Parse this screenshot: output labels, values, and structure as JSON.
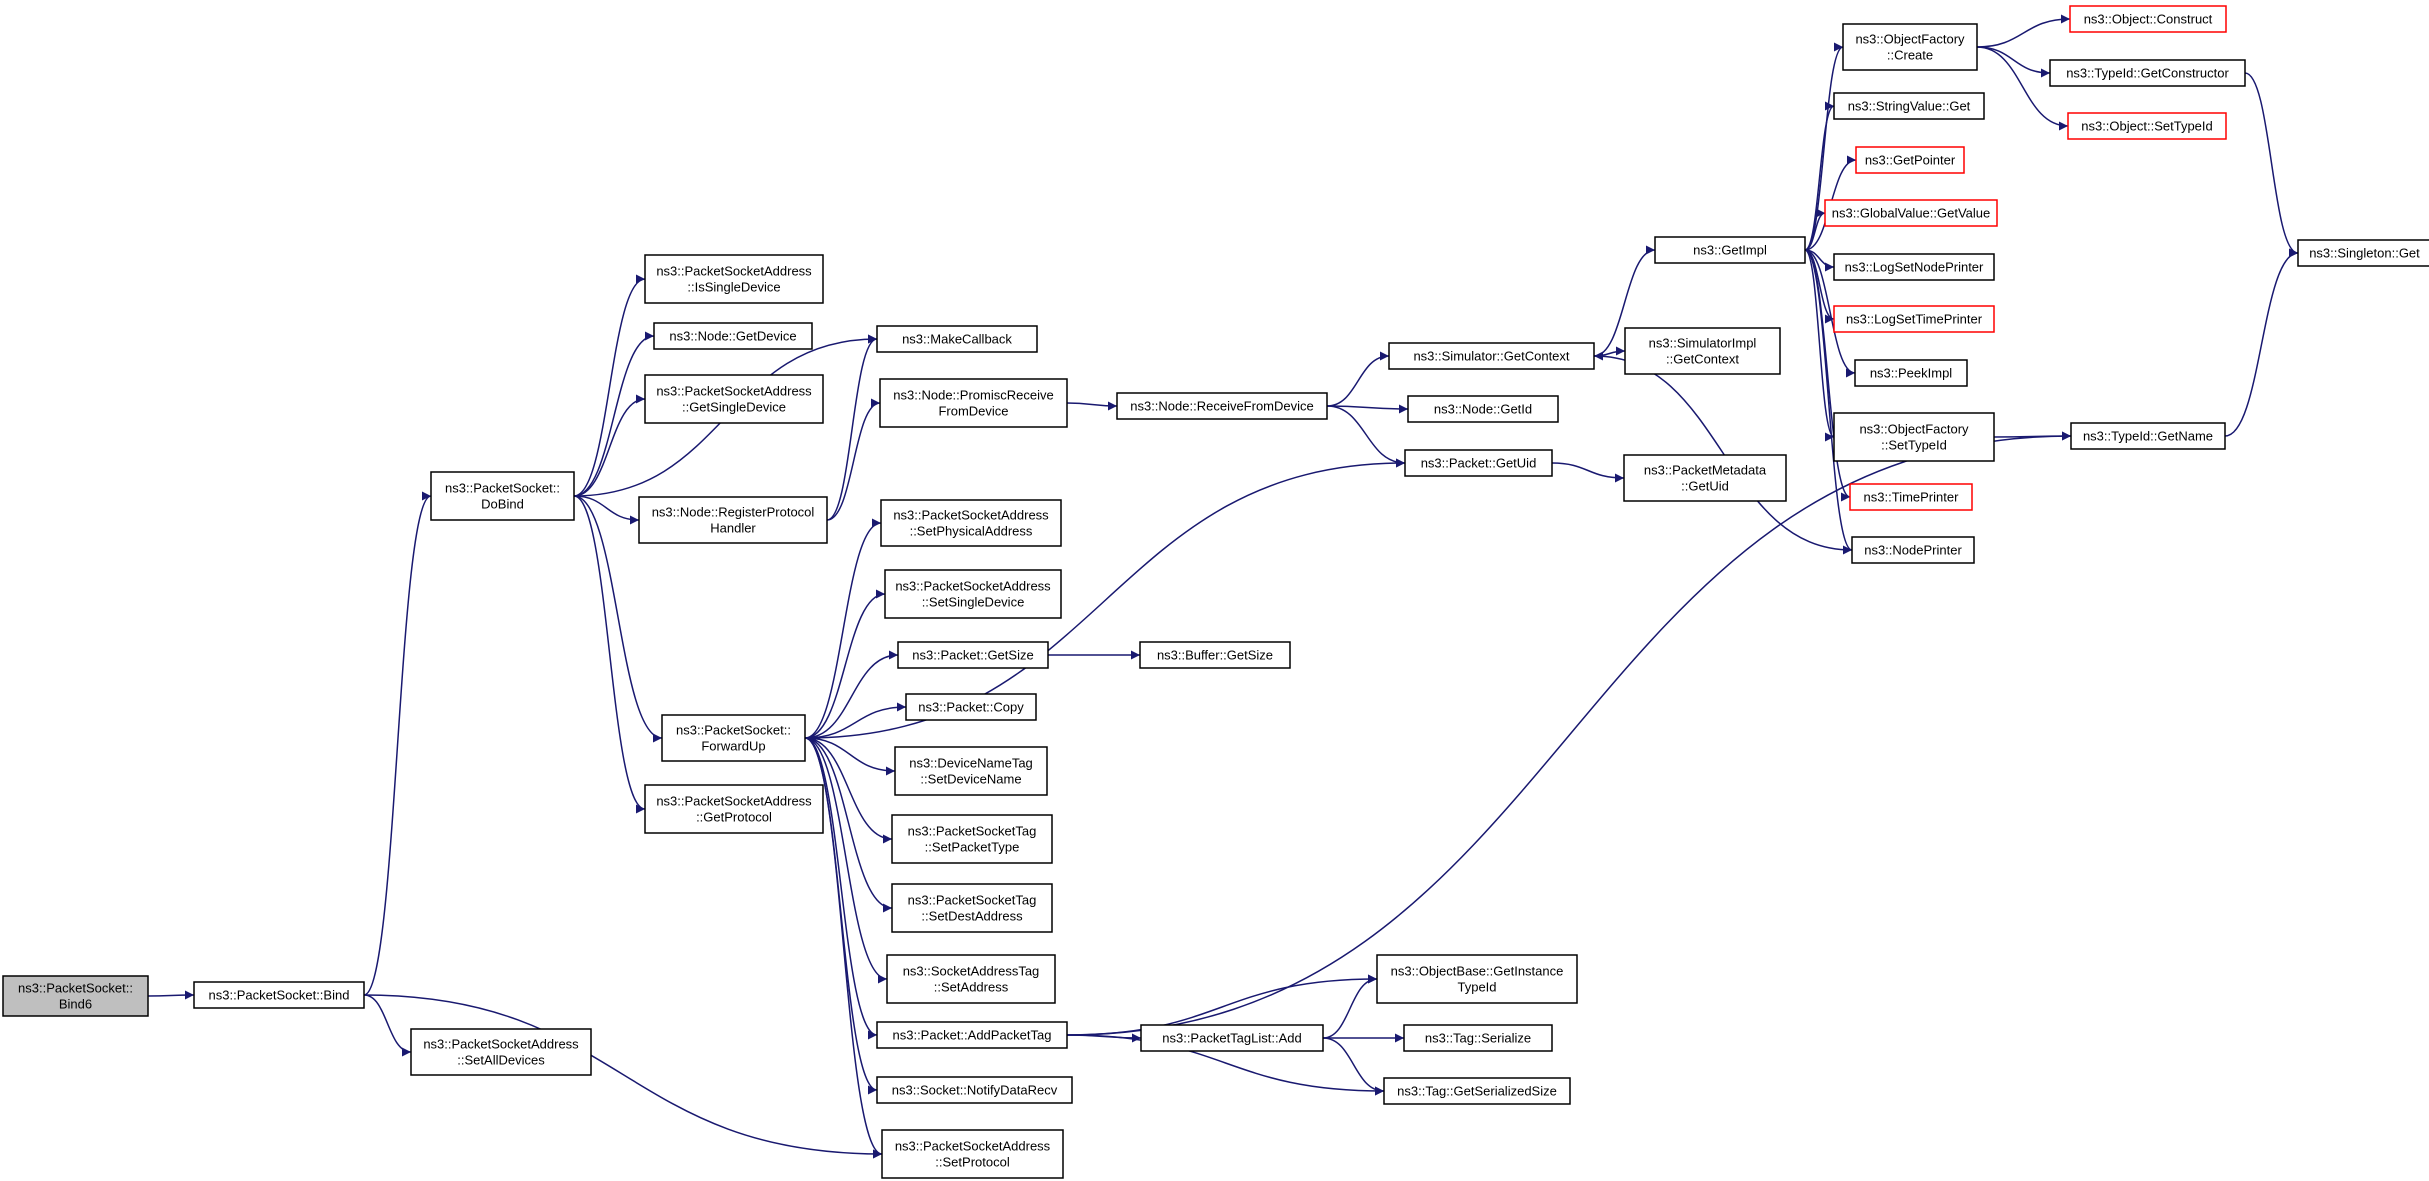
{
  "graph": {
    "nodes": [
      {
        "id": "bind6",
        "lines": [
          "ns3::PacketSocket::",
          "Bind6"
        ],
        "style": "current"
      },
      {
        "id": "bind",
        "lines": [
          "ns3::PacketSocket::Bind"
        ]
      },
      {
        "id": "dobind",
        "lines": [
          "ns3::PacketSocket::",
          "DoBind"
        ]
      },
      {
        "id": "psa_setalldevices",
        "lines": [
          "ns3::PacketSocketAddress",
          "::SetAllDevices"
        ]
      },
      {
        "id": "psa_issingledevice",
        "lines": [
          "ns3::PacketSocketAddress",
          "::IsSingleDevice"
        ]
      },
      {
        "id": "node_getdevice",
        "lines": [
          "ns3::Node::GetDevice"
        ]
      },
      {
        "id": "psa_getsingledevice",
        "lines": [
          "ns3::PacketSocketAddress",
          "::GetSingleDevice"
        ]
      },
      {
        "id": "node_registerprotocol",
        "lines": [
          "ns3::Node::RegisterProtocol",
          "Handler"
        ]
      },
      {
        "id": "forwardup",
        "lines": [
          "ns3::PacketSocket::",
          "ForwardUp"
        ]
      },
      {
        "id": "psa_getprotocol",
        "lines": [
          "ns3::PacketSocketAddress",
          "::GetProtocol"
        ]
      },
      {
        "id": "makecallback",
        "lines": [
          "ns3::MakeCallback"
        ]
      },
      {
        "id": "node_promisc",
        "lines": [
          "ns3::Node::PromiscReceive",
          "FromDevice"
        ]
      },
      {
        "id": "psa_setphysical",
        "lines": [
          "ns3::PacketSocketAddress",
          "::SetPhysicalAddress"
        ]
      },
      {
        "id": "psa_setsingledevice",
        "lines": [
          "ns3::PacketSocketAddress",
          "::SetSingleDevice"
        ]
      },
      {
        "id": "packet_getsize",
        "lines": [
          "ns3::Packet::GetSize"
        ]
      },
      {
        "id": "packet_copy",
        "lines": [
          "ns3::Packet::Copy"
        ]
      },
      {
        "id": "dnt_setdevicename",
        "lines": [
          "ns3::DeviceNameTag",
          "::SetDeviceName"
        ]
      },
      {
        "id": "pst_setpackettype",
        "lines": [
          "ns3::PacketSocketTag",
          "::SetPacketType"
        ]
      },
      {
        "id": "pst_setdestaddress",
        "lines": [
          "ns3::PacketSocketTag",
          "::SetDestAddress"
        ]
      },
      {
        "id": "sat_setaddress",
        "lines": [
          "ns3::SocketAddressTag",
          "::SetAddress"
        ]
      },
      {
        "id": "packet_addpackettag",
        "lines": [
          "ns3::Packet::AddPacketTag"
        ]
      },
      {
        "id": "socket_notifydatarecv",
        "lines": [
          "ns3::Socket::NotifyDataRecv"
        ]
      },
      {
        "id": "psa_setprotocol",
        "lines": [
          "ns3::PacketSocketAddress",
          "::SetProtocol"
        ]
      },
      {
        "id": "node_receivefromdevice",
        "lines": [
          "ns3::Node::ReceiveFromDevice"
        ]
      },
      {
        "id": "buffer_getsize",
        "lines": [
          "ns3::Buffer::GetSize"
        ]
      },
      {
        "id": "ptl_add",
        "lines": [
          "ns3::PacketTagList::Add"
        ]
      },
      {
        "id": "sim_getcontext",
        "lines": [
          "ns3::Simulator::GetContext"
        ]
      },
      {
        "id": "node_getid",
        "lines": [
          "ns3::Node::GetId"
        ]
      },
      {
        "id": "packet_getuid",
        "lines": [
          "ns3::Packet::GetUid"
        ]
      },
      {
        "id": "ob_getinstancetypeid",
        "lines": [
          "ns3::ObjectBase::GetInstance",
          "TypeId"
        ]
      },
      {
        "id": "tag_serialize",
        "lines": [
          "ns3::Tag::Serialize"
        ]
      },
      {
        "id": "tag_getserializedsize",
        "lines": [
          "ns3::Tag::GetSerializedSize"
        ]
      },
      {
        "id": "getimpl",
        "lines": [
          "ns3::GetImpl"
        ]
      },
      {
        "id": "simimpl_getcontext",
        "lines": [
          "ns3::SimulatorImpl",
          "::GetContext"
        ]
      },
      {
        "id": "pm_getuid",
        "lines": [
          "ns3::PacketMetadata",
          "::GetUid"
        ]
      },
      {
        "id": "of_create",
        "lines": [
          "ns3::ObjectFactory",
          "::Create"
        ]
      },
      {
        "id": "stringvalue_get",
        "lines": [
          "ns3::StringValue::Get"
        ]
      },
      {
        "id": "getpointer",
        "lines": [
          "ns3::GetPointer"
        ],
        "style": "truncated"
      },
      {
        "id": "gv_getvalue",
        "lines": [
          "ns3::GlobalValue::GetValue"
        ],
        "style": "truncated"
      },
      {
        "id": "logsetnodeprinter",
        "lines": [
          "ns3::LogSetNodePrinter"
        ]
      },
      {
        "id": "logsettimeprinter",
        "lines": [
          "ns3::LogSetTimePrinter"
        ],
        "style": "truncated"
      },
      {
        "id": "peekimpl",
        "lines": [
          "ns3::PeekImpl"
        ]
      },
      {
        "id": "of_settypeid",
        "lines": [
          "ns3::ObjectFactory",
          "::SetTypeId"
        ]
      },
      {
        "id": "timeprinter",
        "lines": [
          "ns3::TimePrinter"
        ],
        "style": "truncated"
      },
      {
        "id": "nodeprinter",
        "lines": [
          "ns3::NodePrinter"
        ]
      },
      {
        "id": "object_construct",
        "lines": [
          "ns3::Object::Construct"
        ],
        "style": "truncated"
      },
      {
        "id": "typeid_getconstructor",
        "lines": [
          "ns3::TypeId::GetConstructor"
        ]
      },
      {
        "id": "object_settypeid",
        "lines": [
          "ns3::Object::SetTypeId"
        ],
        "style": "truncated"
      },
      {
        "id": "typeid_getname",
        "lines": [
          "ns3::TypeId::GetName"
        ]
      },
      {
        "id": "singleton_get",
        "lines": [
          "ns3::Singleton::Get"
        ]
      }
    ],
    "edges": [
      [
        "bind6",
        "bind"
      ],
      [
        "bind",
        "dobind"
      ],
      [
        "bind",
        "psa_setalldevices"
      ],
      [
        "bind",
        "psa_setprotocol"
      ],
      [
        "dobind",
        "psa_issingledevice"
      ],
      [
        "dobind",
        "node_getdevice"
      ],
      [
        "dobind",
        "psa_getsingledevice"
      ],
      [
        "dobind",
        "node_registerprotocol"
      ],
      [
        "dobind",
        "forwardup"
      ],
      [
        "dobind",
        "psa_getprotocol"
      ],
      [
        "dobind",
        "makecallback"
      ],
      [
        "node_registerprotocol",
        "makecallback"
      ],
      [
        "node_registerprotocol",
        "node_promisc"
      ],
      [
        "node_promisc",
        "node_receivefromdevice"
      ],
      [
        "node_receivefromdevice",
        "sim_getcontext"
      ],
      [
        "node_receivefromdevice",
        "node_getid"
      ],
      [
        "node_receivefromdevice",
        "packet_getuid"
      ],
      [
        "forwardup",
        "packet_getuid"
      ],
      [
        "forwardup",
        "psa_setphysical"
      ],
      [
        "forwardup",
        "psa_setsingledevice"
      ],
      [
        "forwardup",
        "packet_getsize"
      ],
      [
        "forwardup",
        "packet_copy"
      ],
      [
        "forwardup",
        "dnt_setdevicename"
      ],
      [
        "forwardup",
        "pst_setpackettype"
      ],
      [
        "forwardup",
        "pst_setdestaddress"
      ],
      [
        "forwardup",
        "sat_setaddress"
      ],
      [
        "forwardup",
        "packet_addpackettag"
      ],
      [
        "forwardup",
        "socket_notifydatarecv"
      ],
      [
        "forwardup",
        "psa_setprotocol"
      ],
      [
        "packet_getsize",
        "buffer_getsize"
      ],
      [
        "packet_addpackettag",
        "ptl_add"
      ],
      [
        "packet_addpackettag",
        "ob_getinstancetypeid"
      ],
      [
        "packet_addpackettag",
        "tag_getserializedsize"
      ],
      [
        "packet_addpackettag",
        "typeid_getname"
      ],
      [
        "ptl_add",
        "ob_getinstancetypeid"
      ],
      [
        "ptl_add",
        "tag_serialize"
      ],
      [
        "ptl_add",
        "tag_getserializedsize"
      ],
      [
        "sim_getcontext",
        "getimpl"
      ],
      [
        "sim_getcontext",
        "simimpl_getcontext"
      ],
      [
        "packet_getuid",
        "pm_getuid"
      ],
      [
        "getimpl",
        "of_create"
      ],
      [
        "getimpl",
        "stringvalue_get"
      ],
      [
        "getimpl",
        "getpointer"
      ],
      [
        "getimpl",
        "gv_getvalue"
      ],
      [
        "getimpl",
        "logsetnodeprinter"
      ],
      [
        "getimpl",
        "logsettimeprinter"
      ],
      [
        "getimpl",
        "peekimpl"
      ],
      [
        "getimpl",
        "of_settypeid"
      ],
      [
        "getimpl",
        "timeprinter"
      ],
      [
        "getimpl",
        "nodeprinter"
      ],
      [
        "nodeprinter",
        "sim_getcontext"
      ],
      [
        "of_create",
        "object_construct"
      ],
      [
        "of_create",
        "typeid_getconstructor"
      ],
      [
        "of_create",
        "object_settypeid"
      ],
      [
        "of_settypeid",
        "typeid_getname"
      ],
      [
        "typeid_getconstructor",
        "singleton_get"
      ],
      [
        "typeid_getname",
        "singleton_get"
      ]
    ]
  },
  "colors": {
    "edge": "#191970",
    "current_fill": "#bfbfbf",
    "truncated_border": "#ff0000"
  }
}
